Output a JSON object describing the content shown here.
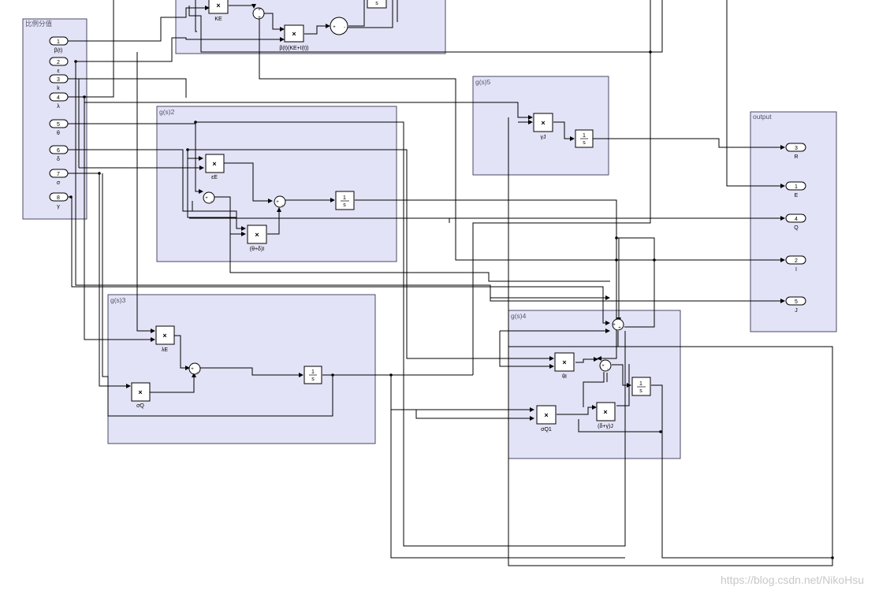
{
  "subsystems": {
    "proportion": "比例分值",
    "g2": "g(s)2",
    "g3": "g(s)3",
    "g4": "g(s)4",
    "g5": "g(s)5",
    "output": "output"
  },
  "inports": [
    {
      "num": "1",
      "name": "β(t)"
    },
    {
      "num": "2",
      "name": "ε"
    },
    {
      "num": "3",
      "name": "k"
    },
    {
      "num": "4",
      "name": "λ"
    },
    {
      "num": "5",
      "name": "θ"
    },
    {
      "num": "6",
      "name": "δ"
    },
    {
      "num": "7",
      "name": "σ"
    },
    {
      "num": "8",
      "name": "γ"
    }
  ],
  "outports": [
    {
      "num": "3",
      "name": "R"
    },
    {
      "num": "1",
      "name": "E"
    },
    {
      "num": "4",
      "name": "Q"
    },
    {
      "num": "2",
      "name": "I"
    },
    {
      "num": "5",
      "name": "J"
    }
  ],
  "blocks": {
    "product_symbol": "×",
    "integrator_num": "1",
    "integrator_den": "s",
    "ke": "KE",
    "beta_term": "β(t)(KE+I(t))",
    "eps_e": "εE",
    "theta_delta_i": "(θ+δ)I",
    "lambda_e": "λE",
    "sigma_q": "σQ",
    "gamma_j": "γJ",
    "theta_i": "θI",
    "sigma_q1": "σQ1",
    "delta_gamma_j": "(δ+γ)J"
  },
  "watermark": "https://blog.csdn.net/NikoHsu"
}
